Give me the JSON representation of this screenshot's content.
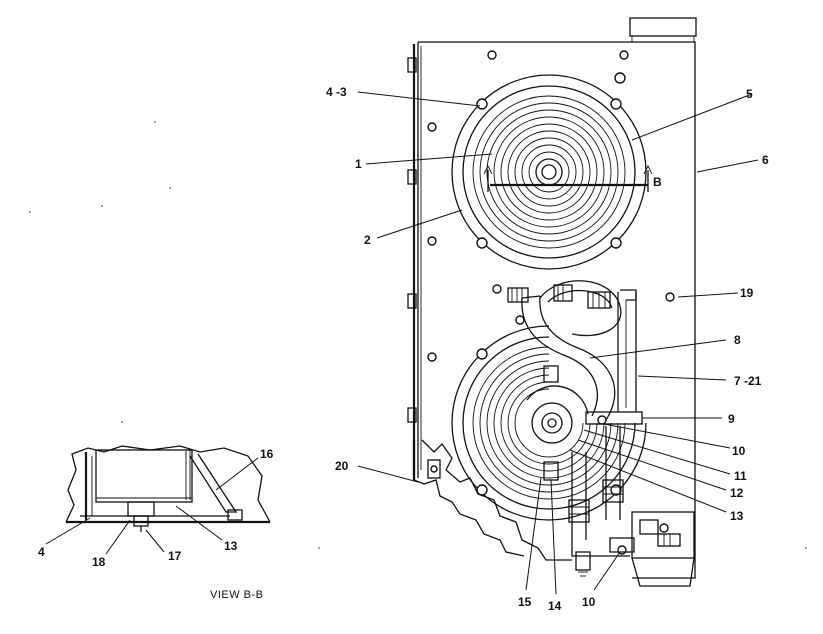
{
  "callouts": {
    "c4_3": "4 -3",
    "c5": "5",
    "c1": "1",
    "c6": "6",
    "c2": "2",
    "c19": "19",
    "c8": "8",
    "c7_21": "7 -21",
    "c9": "9",
    "c10a": "10",
    "c11": "11",
    "c12": "12",
    "c13a": "13",
    "c20": "20",
    "c15": "15",
    "c14": "14",
    "c10b": "10",
    "c16": "16",
    "c4": "4",
    "c13b": "13",
    "c18": "18",
    "c17": "17"
  },
  "section_marker": "B",
  "view_caption": "VIEW  B-B"
}
